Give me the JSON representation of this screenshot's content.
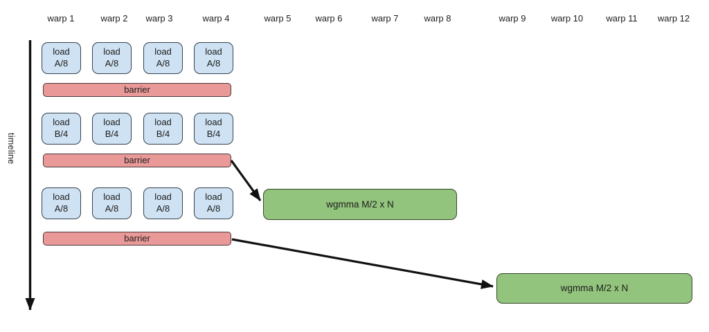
{
  "colors": {
    "text": "#1c1c1c",
    "arrow": "#111111",
    "load_fill": "#cfe2f3",
    "load_border": "#33404d",
    "barrier_fill": "#ea9999",
    "barrier_border": "#4a3537",
    "wgmma_fill": "#93c47d",
    "wgmma_border": "#36472b"
  },
  "header": {
    "warps": [
      "warp 1",
      "warp 2",
      "warp 3",
      "warp 4",
      "warp 5",
      "warp 6",
      "warp 7",
      "warp 8",
      "warp 9",
      "warp 10",
      "warp 11",
      "warp 12"
    ]
  },
  "timeline": {
    "label": "timeline"
  },
  "sequence": {
    "load_rows": [
      {
        "label": "load\nA/8"
      },
      {
        "label": "load\nB/4"
      },
      {
        "label": "load\nA/8"
      }
    ],
    "barrier_label": "barrier"
  },
  "wgmma": [
    {
      "label": "wgmma M/2 x N"
    },
    {
      "label": "wgmma M/2 x N"
    }
  ]
}
